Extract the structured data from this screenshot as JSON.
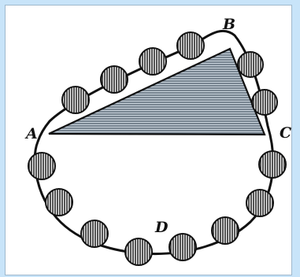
{
  "labels": {
    "a": "A",
    "b": "B",
    "c": "C",
    "d": "D"
  },
  "colors": {
    "background": "#c8e4f9",
    "ink": "#111111",
    "panel": "#ffffff",
    "shade": "#7a8996"
  }
}
